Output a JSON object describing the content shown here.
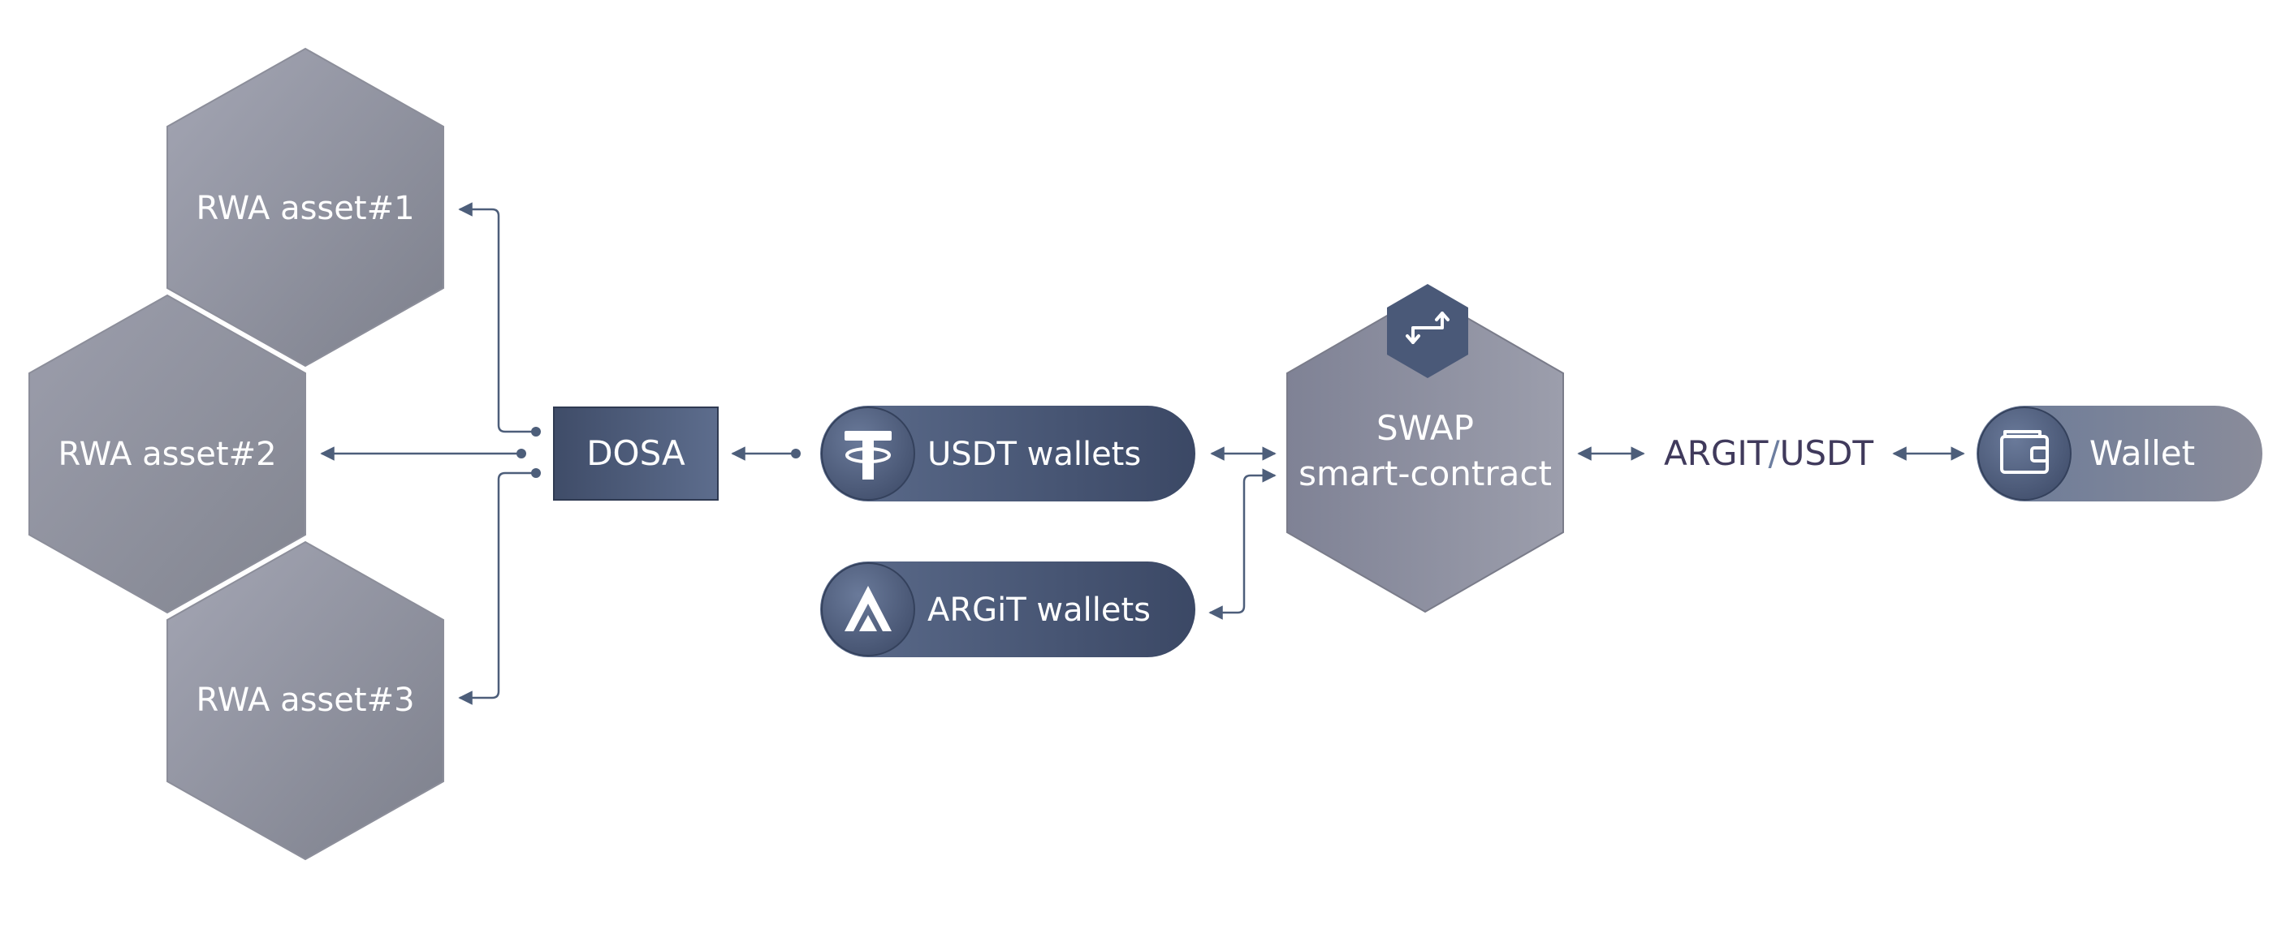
{
  "assets": [
    {
      "label": "RWA asset#1"
    },
    {
      "label": "RWA asset#2"
    },
    {
      "label": "RWA asset#3"
    }
  ],
  "dosa": {
    "label": "DOSA"
  },
  "wallets": {
    "usdt": {
      "label": "USDT wallets",
      "icon": "tether-icon"
    },
    "argit": {
      "label": "ARGiT wallets",
      "icon": "argit-logo-icon"
    }
  },
  "swap": {
    "line1": "SWAP",
    "line2": "smart-contract",
    "icon": "swap-arrows-icon"
  },
  "pair": {
    "base": "ARGIT",
    "sep": "/",
    "quote": "USDT"
  },
  "wallet": {
    "label": "Wallet",
    "icon": "wallet-icon"
  },
  "colors": {
    "connector": "#4d5e7a",
    "hex_light": "#9a9cac",
    "hex_dark": "#80838f",
    "pill_dark": "#3d4a66",
    "pill_light": "#5a6a8a",
    "pair_text": "#403a5c"
  }
}
